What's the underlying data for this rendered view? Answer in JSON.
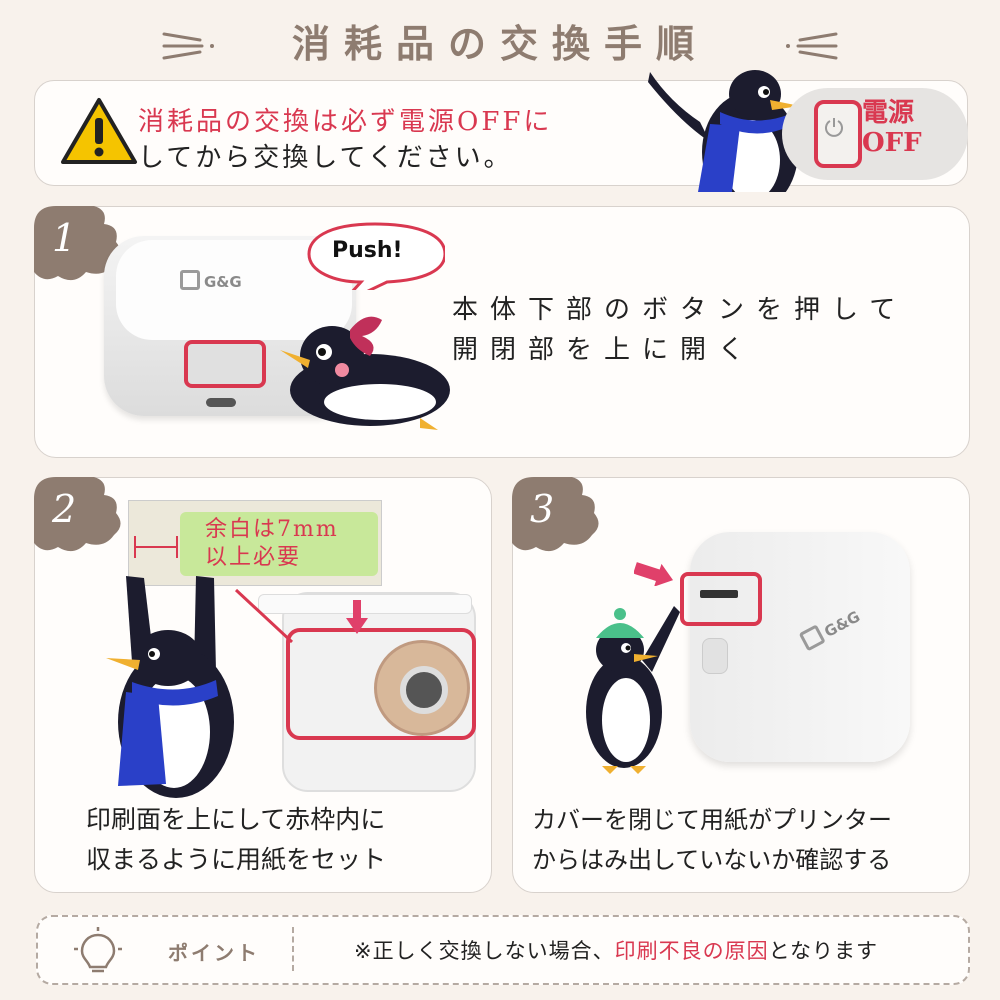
{
  "title": "消耗品の交換手順",
  "warning": {
    "line1": "消耗品の交換は必ず電源OFFに",
    "line2": "してから交換してください。",
    "power_label_1": "電源",
    "power_label_2": "OFF"
  },
  "step1": {
    "number": "1",
    "speech": "Push!",
    "line1": "本体下部のボタンを押して",
    "line2": "開閉部を上に開く",
    "brand": "G&G"
  },
  "step2": {
    "number": "2",
    "margin_line1": "余白は7mm",
    "margin_line2": "以上必要",
    "caption_line1": "印刷面を上にして赤枠内に",
    "caption_line2": "収まるように用紙をセット"
  },
  "step3": {
    "number": "3",
    "caption_line1": "カバーを閉じて用紙がプリンター",
    "caption_line2": "からはみ出していないか確認する",
    "brand": "G&G"
  },
  "point": {
    "label": "ポイント",
    "text_a": "※正しく交換しない場合、",
    "text_b": "印刷不良の原因",
    "text_c": "となります"
  },
  "colors": {
    "accent_red": "#d93850",
    "brown": "#8e7c70",
    "background": "#f8f2ec",
    "highlight_green": "#c8e89a"
  }
}
